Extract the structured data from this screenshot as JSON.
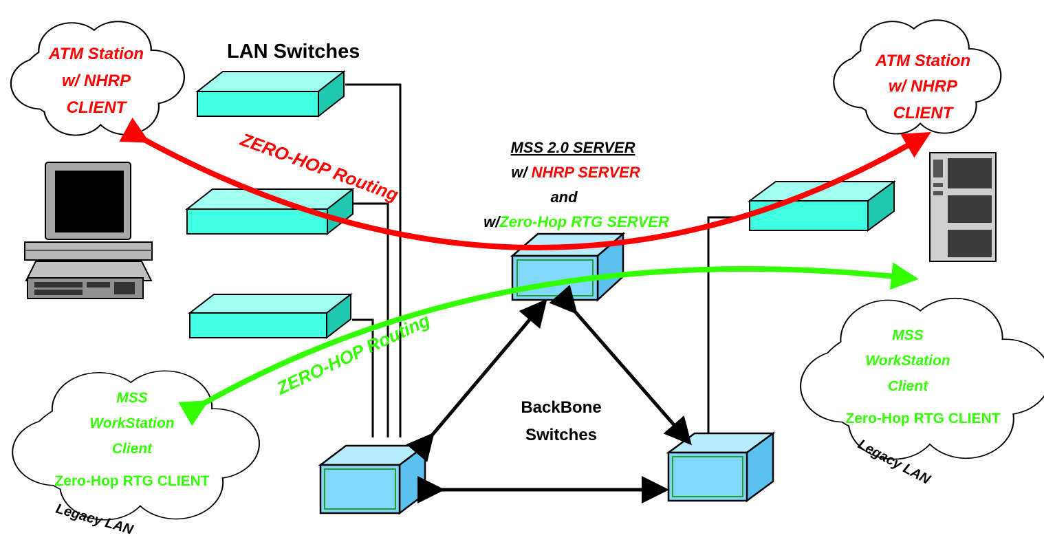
{
  "colors": {
    "red": "#ff0000",
    "green": "#33ff00",
    "cyan_box": "#40ffe0",
    "blue_switch": "#80d8ff",
    "black": "#000000"
  },
  "left_station": {
    "line1": "ATM Station",
    "line2": "w/ NHRP",
    "line3": "CLIENT"
  },
  "right_station": {
    "line1": "ATM Station",
    "line2": "w/ NHRP",
    "line3": "CLIENT"
  },
  "lan_switches_label": "LAN Switches",
  "server": {
    "title": "MSS 2.0 SERVER",
    "line2_prefix": "w/ ",
    "line2_red": "NHRP SERVER",
    "line3": "and",
    "line4_prefix": "w/",
    "line4_green": "Zero-Hop RTG SERVER"
  },
  "red_route_label": "ZERO-HOP Routing",
  "green_route_label": "ZERO-HOP Routing",
  "backbone": {
    "line1": "BackBone",
    "line2": "Switches"
  },
  "left_client": {
    "line1": "MSS",
    "line2": "WorkStation",
    "line3": "Client",
    "line4": "Zero-Hop RTG CLIENT"
  },
  "right_client": {
    "line1": "MSS",
    "line2": "WorkStation",
    "line3": "Client",
    "line4": "Zero-Hop RTG CLIENT"
  },
  "left_legacy": "Legacy LAN",
  "right_legacy": "Legacy LAN",
  "icons": [
    "cloud-icon",
    "lan-switch-icon",
    "backbone-switch-icon",
    "desktop-computer-icon",
    "tower-server-icon"
  ]
}
